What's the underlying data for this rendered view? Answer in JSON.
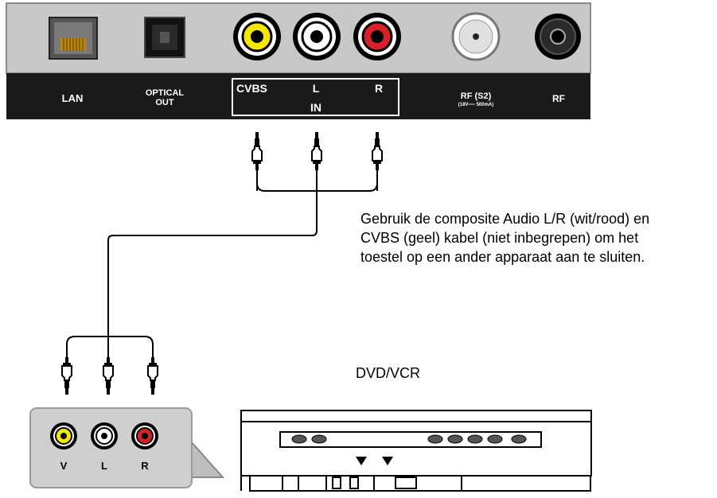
{
  "panel": {
    "labels": {
      "lan": "LAN",
      "optical_line1": "OPTICAL",
      "optical_line2": "OUT",
      "cvbs": "CVBS",
      "l": "L",
      "r": "R",
      "in": "IN",
      "rf_s2": "RF (S2)",
      "rf_s2_sub": "(18V══ 500mA)",
      "rf": "RF"
    }
  },
  "instruction": {
    "line1": "Gebruik de composite Audio L/R (wit/rood) en",
    "line2": "CVBS (geel) kabel (niet inbegrepen) om het",
    "line3": "toestel op een ander apparaat aan te sluiten."
  },
  "device": {
    "title": "DVD/VCR",
    "jack_labels": {
      "v": "V",
      "l": "L",
      "r": "R"
    }
  },
  "colors": {
    "panel_gray": "#c8c8c8",
    "label_bar": "#1a1a1a",
    "jack_yellow": "#f4e800",
    "jack_white": "#ffffff",
    "jack_red": "#d8202a",
    "device_jack_box": "#cfcfcf"
  }
}
